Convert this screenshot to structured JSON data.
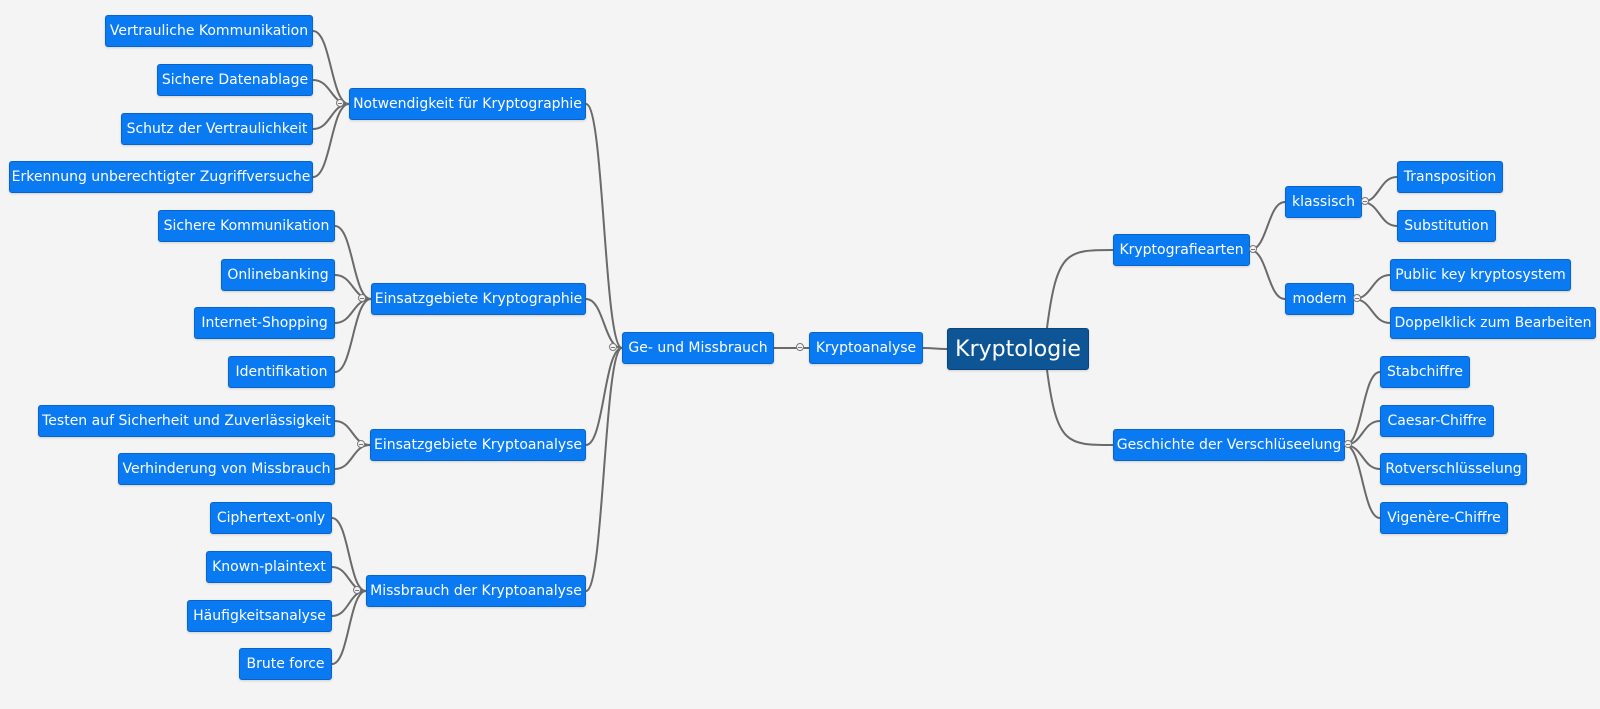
{
  "mindmap": {
    "root": "Kryptologie",
    "nodes": {
      "kryptoanalyse": "Kryptoanalyse",
      "missbrauch": "Ge- und Missbrauch",
      "notwendigkeit": "Notwendigkeit für Kryptographie",
      "vertrauliche": "Vertrauliche Kommunikation",
      "datenablage": "Sichere Datenablage",
      "schutz": "Schutz der Vertraulichkeit",
      "erkennung": "Erkennung unberechtigter Zugriffversuche",
      "einsatz_kg": "Einsatzgebiete Kryptographie",
      "sichere_komm": "Sichere Kommunikation",
      "onlinebanking": "Onlinebanking",
      "shopping": "Internet-Shopping",
      "identifikation": "Identifikation",
      "einsatz_ka": "Einsatzgebiete Kryptoanalyse",
      "testen": "Testen auf Sicherheit und Zuverlässigkeit",
      "verhinderung": "Verhinderung von Missbrauch",
      "missbrauch_ka": "Missbrauch der Kryptoanalyse",
      "ciphertext": "Ciphertext-only",
      "known": "Known-plaintext",
      "haeufigkeit": "Häufigkeitsanalyse",
      "brute": "Brute force",
      "arten": "Kryptografiearten",
      "klassisch": "klassisch",
      "transposition": "Transposition",
      "substitution": "Substitution",
      "modern": "modern",
      "publickey": "Public key kryptosystem",
      "doppelklick": "Doppelklick zum Bearbeiten",
      "geschichte": "Geschichte der Verschlüseelung",
      "stabchiffre": "Stabchiffre",
      "caesar": "Caesar-Chiffre",
      "rot": "Rotverschlüsselung",
      "vigenere": "Vigenère-Chiffre"
    }
  },
  "colors": {
    "background": "#f4f4f4",
    "node": "#0a7af2",
    "root": "#0d5595",
    "link": "#6a6a6a"
  }
}
